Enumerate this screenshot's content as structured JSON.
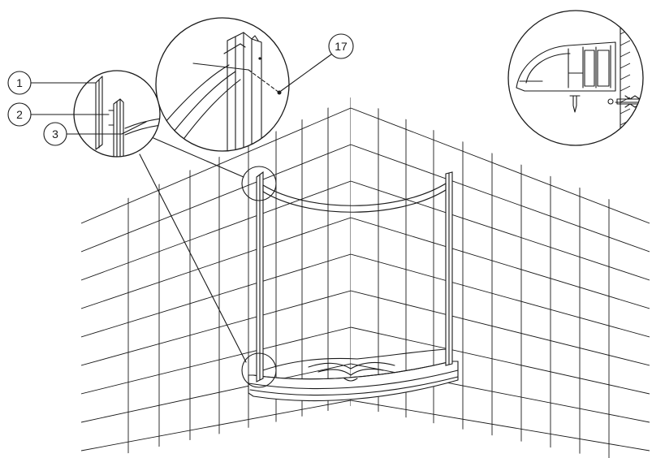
{
  "part_markers": [
    {
      "id": "marker-1",
      "label": "1"
    },
    {
      "id": "marker-2",
      "label": "2"
    },
    {
      "id": "marker-3",
      "label": "3"
    },
    {
      "id": "marker-17",
      "label": "17"
    }
  ],
  "colors": {
    "line": "#1a1a1a",
    "background": "#ffffff"
  }
}
